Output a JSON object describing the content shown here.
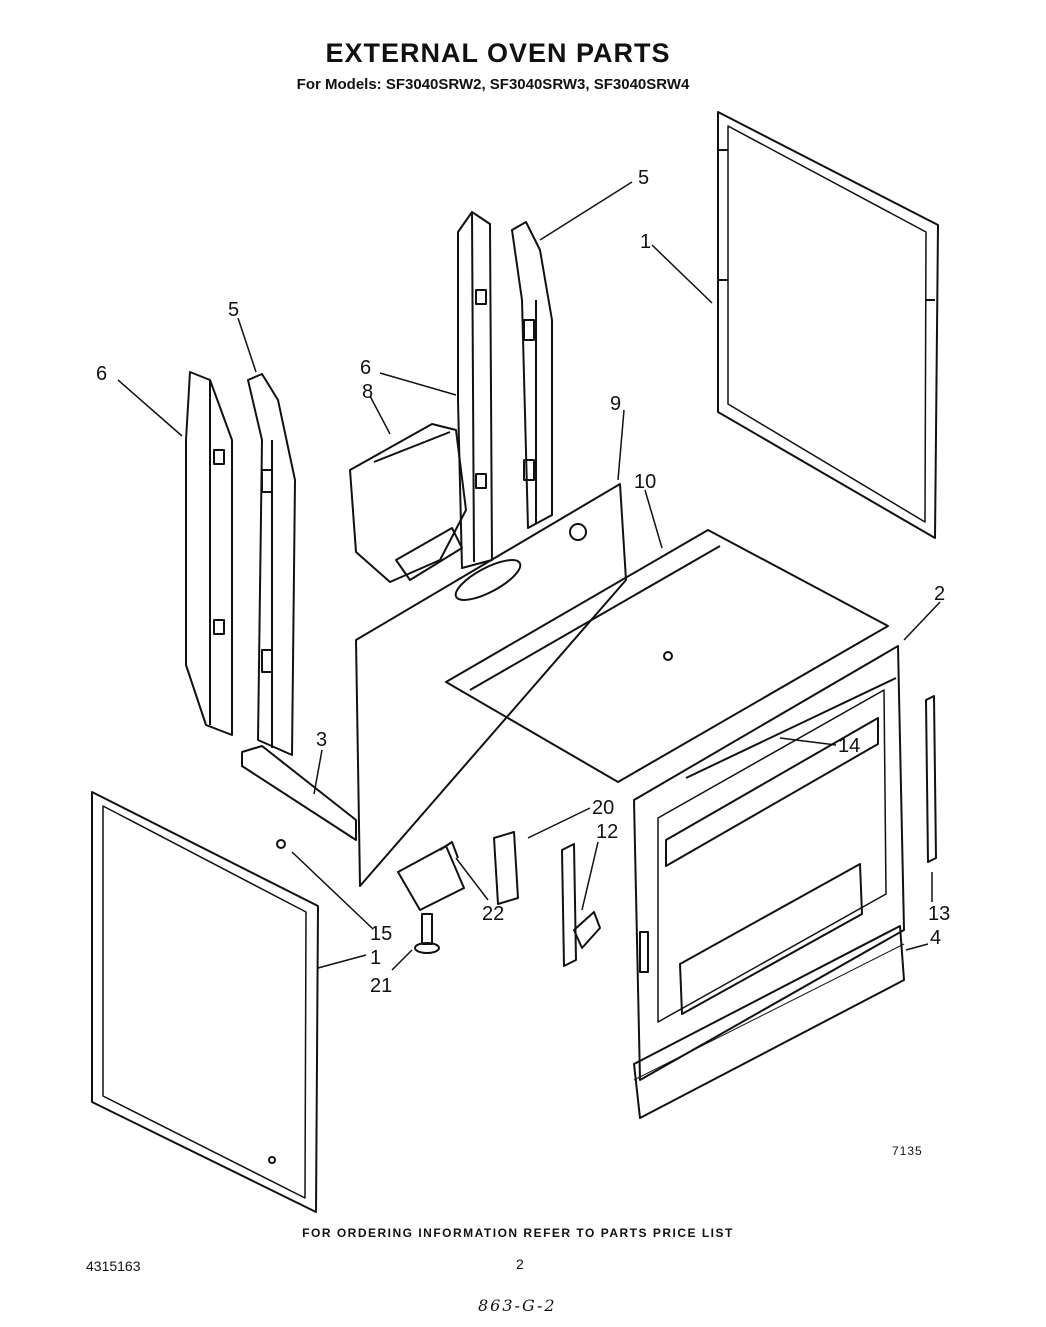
{
  "header": {
    "title": "EXTERNAL OVEN PARTS",
    "subtitle": "For Models: SF3040SRW2, SF3040SRW3, SF3040SRW4"
  },
  "callouts": {
    "c1a": "1",
    "c1b": "1",
    "c2": "2",
    "c3": "3",
    "c4": "4",
    "c5a": "5",
    "c5b": "5",
    "c6a": "6",
    "c6b": "6",
    "c8": "8",
    "c9": "9",
    "c10": "10",
    "c12": "12",
    "c13": "13",
    "c14": "14",
    "c15": "15",
    "c20": "20",
    "c21": "21",
    "c22": "22"
  },
  "drawing_code": "7135",
  "footer": {
    "ordering_note": "FOR ORDERING INFORMATION REFER TO PARTS PRICE LIST",
    "doc_number": "4315163",
    "page_number": "2",
    "handwritten": "863-G-2"
  }
}
